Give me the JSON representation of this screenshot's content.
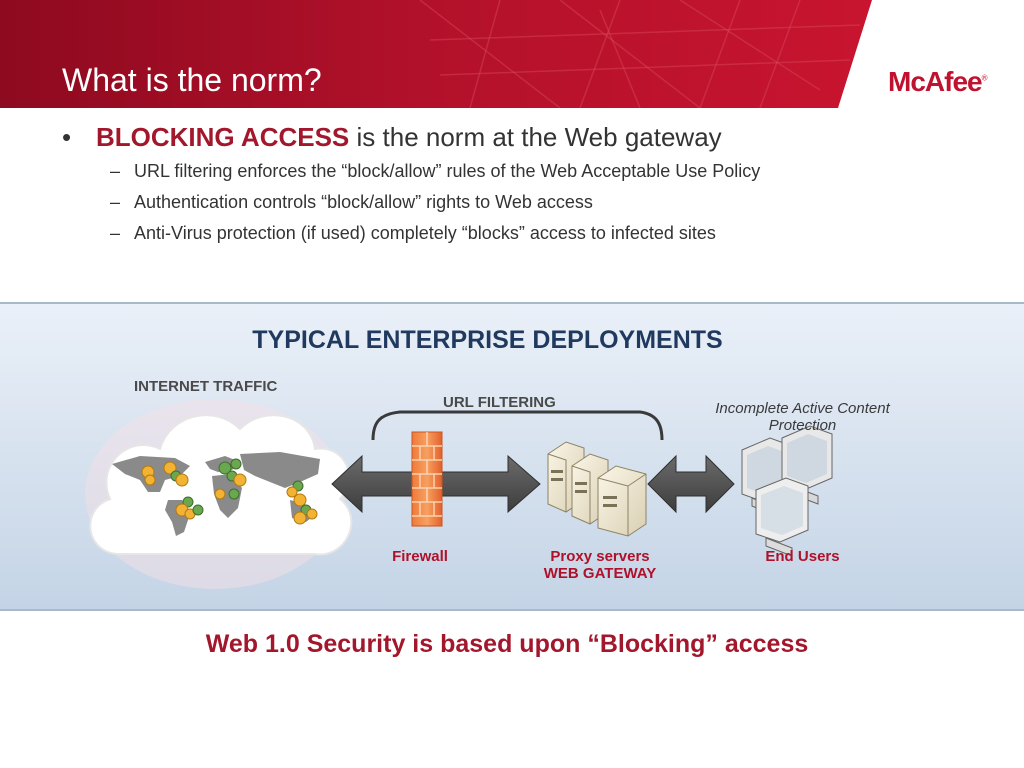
{
  "slide": {
    "title": "What is the norm?",
    "logo": "McAfee",
    "logo_mark": "®"
  },
  "bullets": {
    "main_bullet": "•",
    "main_emphasis": "BLOCKING ACCESS",
    "main_rest": " is the norm at the Web gateway",
    "dash": "–",
    "subs": [
      "URL filtering enforces the “block/allow” rules of the Web Acceptable Use Policy",
      "Authentication controls “block/allow” rights to Web access",
      "Anti-Virus protection (if used) completely “blocks” access to infected sites"
    ]
  },
  "diagram": {
    "title": "TYPICAL ENTERPRISE DEPLOYMENTS",
    "internet_label": "INTERNET TRAFFIC",
    "url_filtering_label": "URL FILTERING",
    "incomplete_label": "Incomplete Active Content Protection",
    "firewall_label": "Firewall",
    "proxy_label_1": "Proxy servers",
    "proxy_label_2": "WEB GATEWAY",
    "end_users_label": "End Users",
    "icons": [
      "cloud-icon",
      "world-map-icon",
      "firewall-icon",
      "server-icon",
      "monitor-icon",
      "double-arrow-icon"
    ]
  },
  "conclusion": "Web 1.0 Security is based upon “Blocking” access",
  "colors": {
    "brand_red": "#c0122e",
    "dark_red": "#a3172c",
    "title_navy": "#1f3a5e"
  }
}
